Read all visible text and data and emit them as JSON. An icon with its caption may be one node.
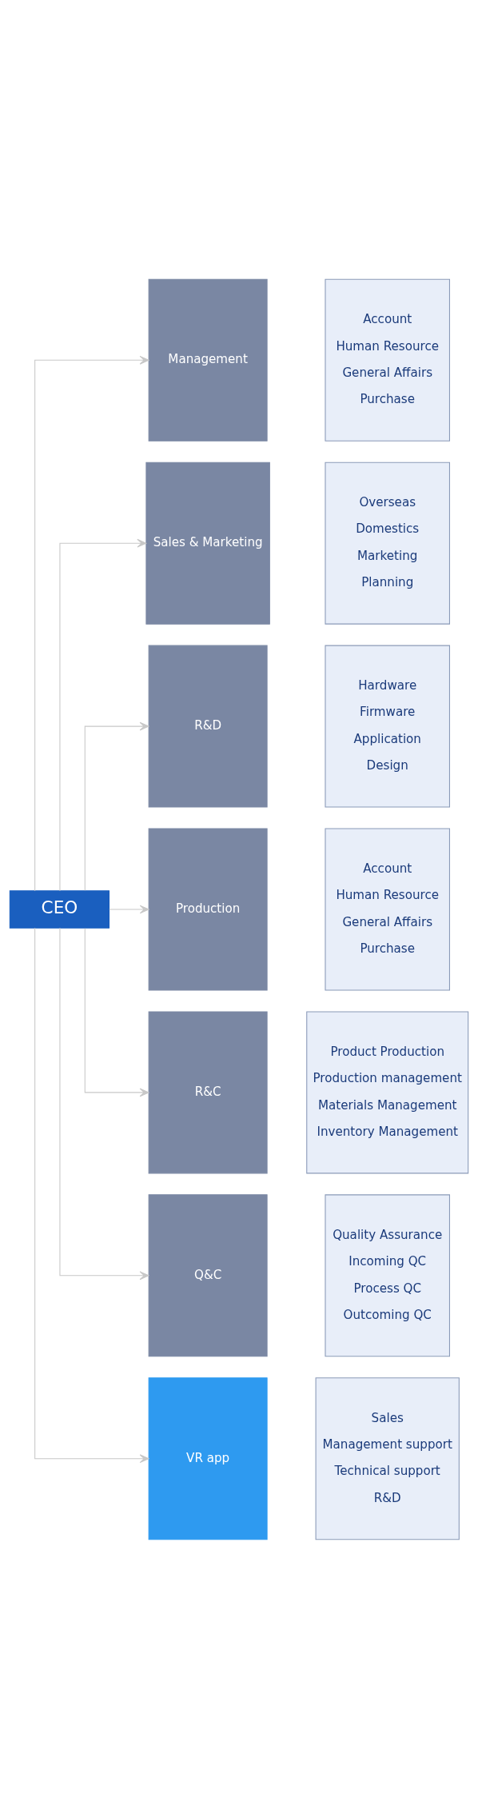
{
  "diagram": {
    "nodes": [
      {
        "text": [
          "CEO"
        ]
      },
      {
        "text": [
          "Management"
        ]
      },
      {
        "text": [
          "Account",
          "Human Resource",
          "General Affairs",
          "Purchase"
        ]
      },
      {
        "text": [
          "Sales & Marketing"
        ]
      },
      {
        "text": [
          "Overseas",
          "Domestics",
          "Marketing",
          "Planning"
        ]
      },
      {
        "text": [
          "R&D"
        ]
      },
      {
        "text": [
          "Hardware",
          "Firmware",
          "Application",
          "Design"
        ]
      },
      {
        "text": [
          "Production"
        ]
      },
      {
        "text": [
          "Account",
          "Human Resource",
          "General Affairs",
          "Purchase"
        ]
      },
      {
        "text": [
          "R&C"
        ]
      },
      {
        "text": [
          "Product Production",
          "Production management",
          "Materials Management",
          "Inventory Management"
        ]
      },
      {
        "text": [
          "Q&C"
        ]
      },
      {
        "text": [
          "Quality Assurance",
          "Incoming QC",
          "Process QC",
          "Outcoming QC"
        ]
      },
      {
        "text": [
          "VR app"
        ]
      },
      {
        "text": [
          "Sales",
          "Management support",
          "Technical support",
          "R&D"
        ]
      }
    ],
    "edges": [
      {
        "from": 0,
        "to": 1,
        "arrow": "to"
      },
      {
        "from": 0,
        "to": 3,
        "arrow": "to"
      },
      {
        "from": 0,
        "to": 5,
        "arrow": "to"
      },
      {
        "from": 0,
        "to": 7,
        "arrow": "to"
      },
      {
        "from": 0,
        "to": 9,
        "arrow": "to"
      },
      {
        "from": 0,
        "to": 11,
        "arrow": "to"
      },
      {
        "from": 0,
        "to": 13,
        "arrow": "to"
      }
    ]
  }
}
